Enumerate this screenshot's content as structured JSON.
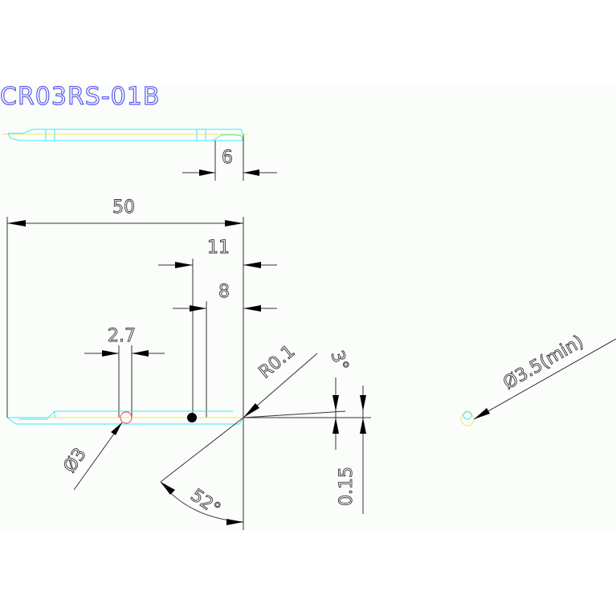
{
  "title": "CR03RS-01B",
  "dimensions": {
    "thickness": "6",
    "length": "50",
    "offset_11": "11",
    "offset_8": "8",
    "slot_width": "2.7",
    "hole_diameter": "Ø3",
    "tip_radius": "R0.1",
    "clearance_angle": "3°",
    "edge_height": "0.15",
    "wedge_angle": "52°",
    "min_hole": "Ø3.5(min)"
  },
  "colors": {
    "outline": "#3ee8f0",
    "centerline": "#f0e850",
    "dimension": "#333333",
    "title": "#5a5af0",
    "hole": "#e84040"
  }
}
